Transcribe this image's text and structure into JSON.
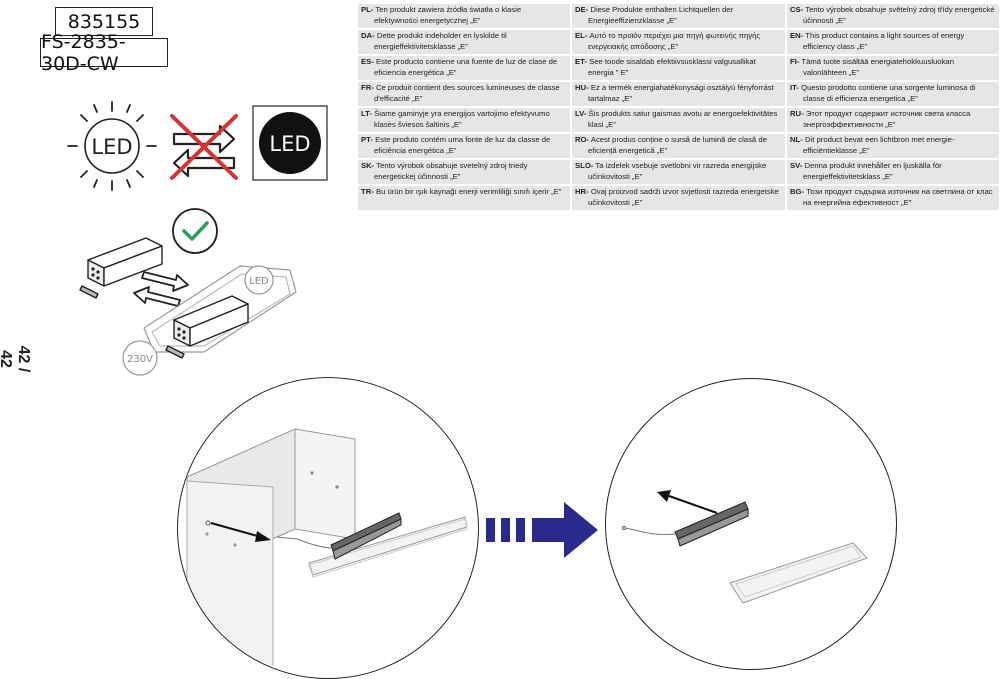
{
  "product": {
    "code": "835155",
    "model": "FS-2835-30D-CW"
  },
  "page_number": "42 / 42",
  "icons": {
    "led_bulb_label": "LED",
    "led_module_label": "LED",
    "driver_led_label": "LED",
    "voltage_label": "230V"
  },
  "colors": {
    "cross": "#d63333",
    "check": "#2c9e5a",
    "arrow": "#2a2a8c",
    "cell_bg": "#e6e6e6"
  },
  "energy_notices": [
    {
      "lang": "PL-",
      "text": "Ten produkt zawiera źródła światła o klasie efektywności energetycznej „E”"
    },
    {
      "lang": "DE-",
      "text": "Diese Produkte enthalten Lichtquellen der Energieeffizienzklasse „E”"
    },
    {
      "lang": "CS-",
      "text": "Tento výrobek obsahuje světelný zdroj třídy energetické účinnosti „E”"
    },
    {
      "lang": "DA-",
      "text": "Dette produkt indeholder en lyskilde til energieffektivitetsklasse „E”"
    },
    {
      "lang": "EL-",
      "text": "Αυτό το προϊόν περιέχει μια πηγή φωτεινής πηγής ενεργειακής απόδοσης „E”"
    },
    {
      "lang": "EN-",
      "text": "This product contains a light sources of energy efficiency class „E”"
    },
    {
      "lang": "ES-",
      "text": "Este producto contiene una fuente de luz de clase de eficiencia energética „E”"
    },
    {
      "lang": "ET-",
      "text": "See toode sisaldab efektiivsusklassi valgusallikat energia \" E”"
    },
    {
      "lang": "FI-",
      "text": "Tämä tuote sisältää energiatehokkuusluokan valonlähteen „E”"
    },
    {
      "lang": "FR-",
      "text": "Ce produit contient des sources lumineuses de classe d'efficacité „E”"
    },
    {
      "lang": "HU-",
      "text": "Ez a termék energiahatékonysági osztályú fényforrást tartalmaz „E”"
    },
    {
      "lang": "IT-",
      "text": "Questo prodotto contiene una sorgente luminosa di classe di efficienza energetica „E”"
    },
    {
      "lang": "LT-",
      "text": "Šiame gaminyje yra energijos vartojimo efektyvumo klasės šviesos šaltinis „E”"
    },
    {
      "lang": "LV-",
      "text": "Šis produkts satur gaismas avotu ar energoefektivitātes klasi „E”"
    },
    {
      "lang": "RU-",
      "text": "Этот продукт содержит источник света класса энергоэффективности „E”"
    },
    {
      "lang": "PT-",
      "text": "Este produto contém uma fonte de luz da classe de eficiência energética „E”"
    },
    {
      "lang": "RO-",
      "text": "Acest produs conține o sursă de lumină de clasă de eficiență energetică „E”"
    },
    {
      "lang": "NL-",
      "text": "Dit product bevat een lichtbron met energie-efficiëntieklasse „E”"
    },
    {
      "lang": "SK-",
      "text": "Tento výrobok obsahuje svetelný zdroj triedy energetickej účinnosti „E”"
    },
    {
      "lang": "SLO-",
      "text": "Ta izdelek vsebuje svetlobni vir razreda energijske učinkovitosti „E”"
    },
    {
      "lang": "SV-",
      "text": "Denna produkt innehåller en ljuskälla för energieffektivitetsklass „E”"
    },
    {
      "lang": "TR-",
      "text": "Bu ürün bir ışık kaynağı enerji verimliliği sınıfı içerir „E”"
    },
    {
      "lang": "HR-",
      "text": "Ovaj proizvod sadrži izvor svjetlosti razreda energetske učinkovitosti „E”"
    },
    {
      "lang": "BG-",
      "text": "Този продукт съдържа източник на светлина от клас на енергийна ефективност „E”"
    }
  ]
}
